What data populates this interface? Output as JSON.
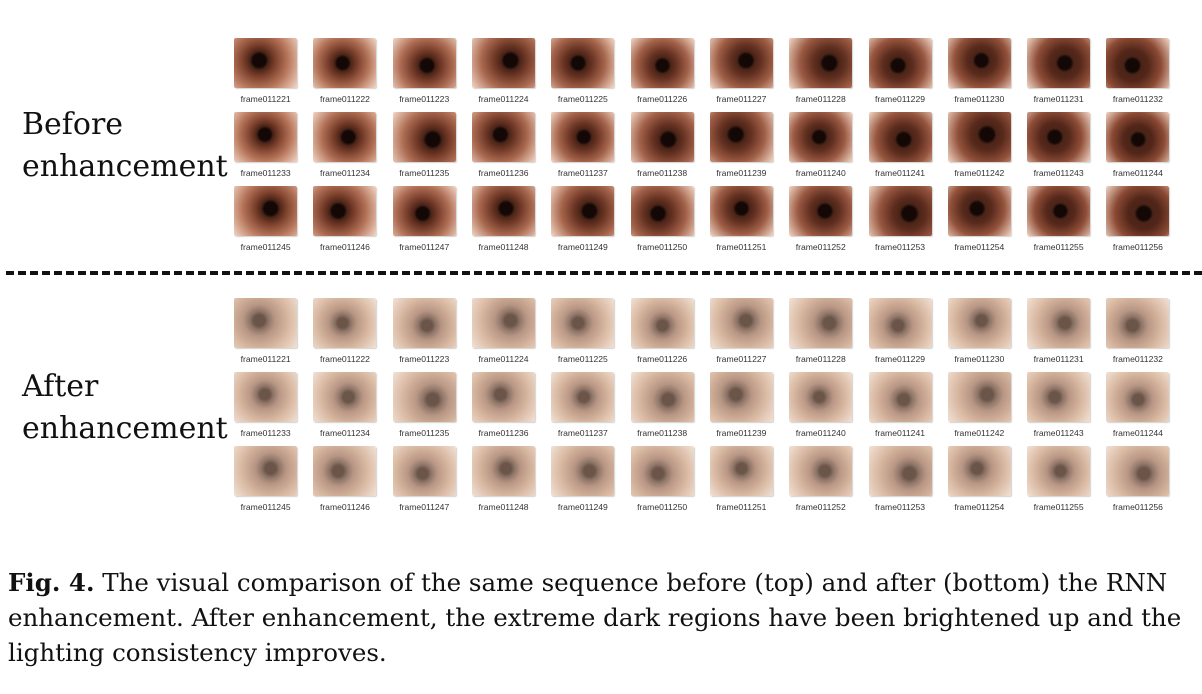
{
  "before": {
    "label": "Before enhancement",
    "frames": [
      "frame011221",
      "frame011222",
      "frame011223",
      "frame011224",
      "frame011225",
      "frame011226",
      "frame011227",
      "frame011228",
      "frame011229",
      "frame011230",
      "frame011231",
      "frame011232",
      "frame011233",
      "frame011234",
      "frame011235",
      "frame011236",
      "frame011237",
      "frame011238",
      "frame011239",
      "frame011240",
      "frame011241",
      "frame011242",
      "frame011243",
      "frame011244",
      "frame011245",
      "frame011246",
      "frame011247",
      "frame011248",
      "frame011249",
      "frame011250",
      "frame011251",
      "frame011252",
      "frame011253",
      "frame011254",
      "frame011255",
      "frame011256"
    ]
  },
  "after": {
    "label": "After enhancement",
    "frames": [
      "frame011221",
      "frame011222",
      "frame011223",
      "frame011224",
      "frame011225",
      "frame011226",
      "frame011227",
      "frame011228",
      "frame011229",
      "frame011230",
      "frame011231",
      "frame011232",
      "frame011233",
      "frame011234",
      "frame011235",
      "frame011236",
      "frame011237",
      "frame011238",
      "frame011239",
      "frame011240",
      "frame011241",
      "frame011242",
      "frame011243",
      "frame011244",
      "frame011245",
      "frame011246",
      "frame011247",
      "frame011248",
      "frame011249",
      "frame011250",
      "frame011251",
      "frame011252",
      "frame011253",
      "frame011254",
      "frame011255",
      "frame011256"
    ]
  },
  "caption": {
    "label": "Fig. 4.",
    "text": "The visual comparison of the same sequence before (top) and after (bottom) the RNN enhancement. After enhancement, the extreme dark regions have been brightened up and the lighting consistency improves."
  }
}
